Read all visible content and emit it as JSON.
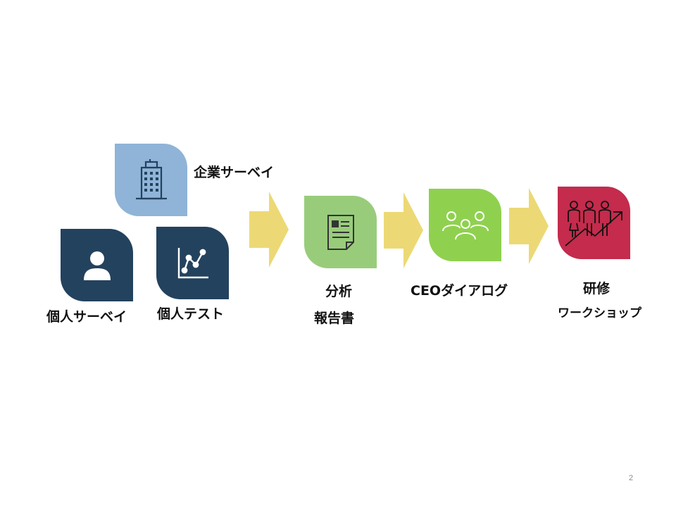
{
  "colors": {
    "company": "#8fb4d7",
    "navy": "#23425e",
    "light_green": "#98cc7b",
    "green": "#8fd14f",
    "crimson": "#c42b4c",
    "arrow": "#ecd975"
  },
  "nodes": {
    "company_survey": {
      "label": "企業サーベイ",
      "icon": "building-icon"
    },
    "personal_survey": {
      "label": "個人サーベイ",
      "icon": "person-icon"
    },
    "personal_test": {
      "label": "個人テスト",
      "icon": "line-graph-icon"
    },
    "analysis_report": {
      "label_line1": "分析",
      "label_line2": "報告書",
      "icon": "document-icon"
    },
    "ceo_dialogue": {
      "label": "CEOダイアログ",
      "icon": "group-icon"
    },
    "training_workshop": {
      "label_line1": "研修",
      "label_line2": "ワークショップ",
      "icon": "people-growth-icon"
    }
  },
  "page_number": "2"
}
